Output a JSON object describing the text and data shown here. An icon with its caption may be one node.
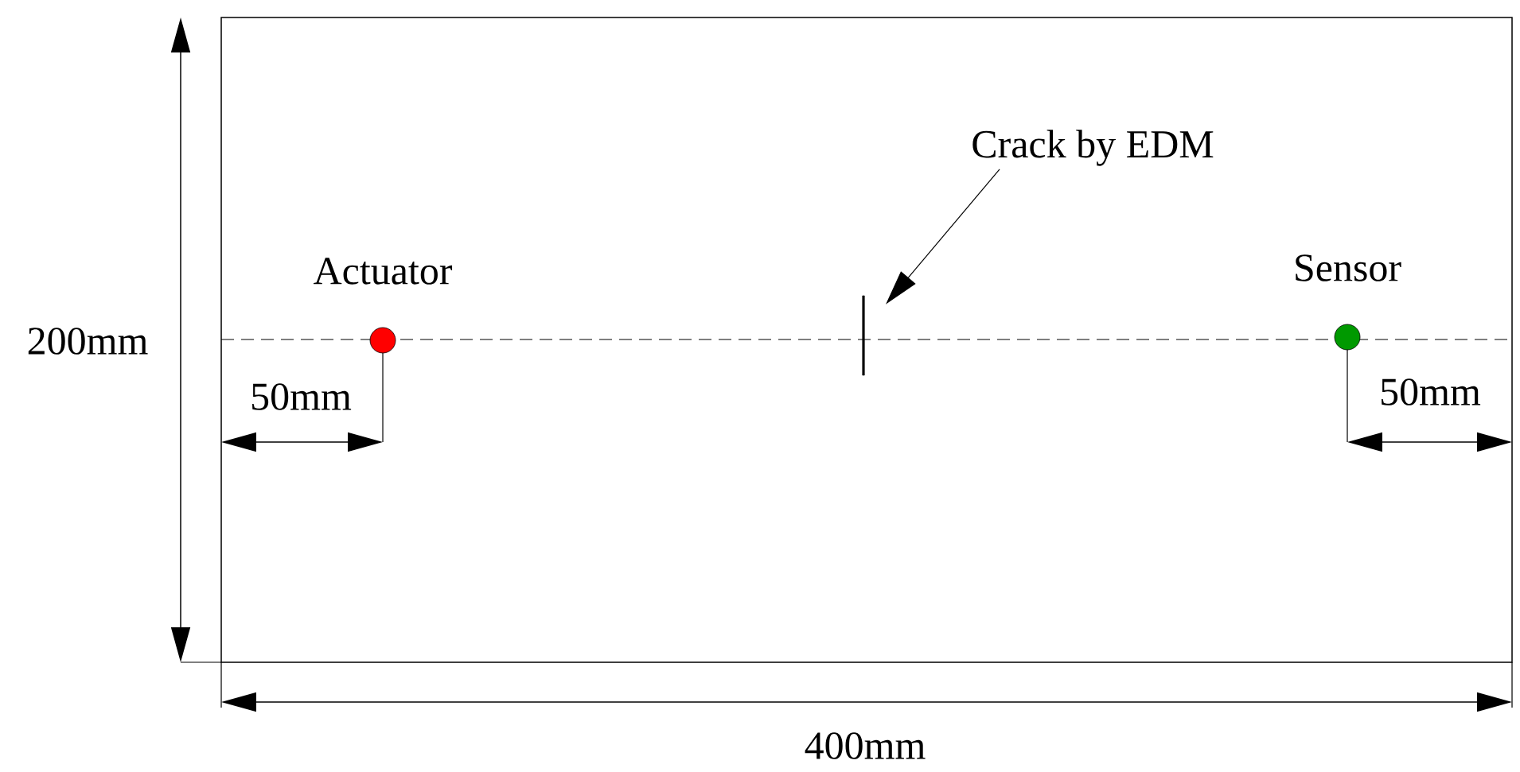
{
  "diagram": {
    "nodes": [
      {
        "text": [
          "Crack by EDM"
        ]
      },
      {
        "text": [],
        "shape": "bar"
      },
      {
        "text": [
          "Actuator"
        ]
      },
      {
        "text": [
          "Sensor"
        ]
      }
    ],
    "edges": [
      {
        "from": 0,
        "to": 1,
        "arrow": "to"
      }
    ],
    "labels": [
      "200mm",
      "50mm",
      "50mm",
      "400mm"
    ]
  }
}
